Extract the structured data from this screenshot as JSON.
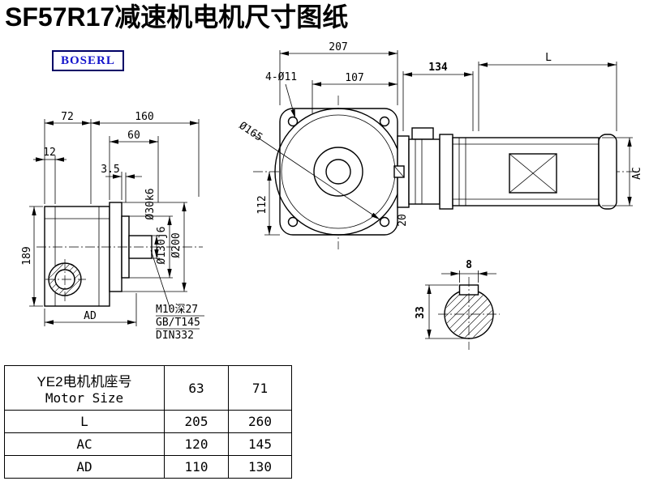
{
  "title": "SF57R17减速机电机尺寸图纸",
  "logo": "BOSERL",
  "colors": {
    "line": "#000000",
    "logo_text": "#1414cc",
    "logo_border": "#000066"
  },
  "side_view": {
    "w72": "72",
    "w160": "160",
    "w60": "60",
    "w12": "12",
    "w3_5": "3.5",
    "h189": "189",
    "ad": "AD",
    "d30": "Ø30k6",
    "d130": "Ø130j6",
    "d200": "Ø200",
    "note1": "M10深27",
    "note2": "GB/T145",
    "note3": "DIN332"
  },
  "front_view": {
    "w207": "207",
    "holes": "4-Ø11",
    "w107": "107",
    "w134": "134",
    "len_l": "L",
    "d165": "Ø165",
    "h112": "112",
    "w20": "20",
    "ac": "AC"
  },
  "shaft_view": {
    "key_w": "8",
    "h33": "33"
  },
  "table": {
    "motor_label_cn": "YE2电机机座号",
    "motor_label_en": "Motor Size",
    "sizes": [
      "63",
      "71"
    ],
    "rows": [
      {
        "label": "L",
        "values": [
          "205",
          "260"
        ]
      },
      {
        "label": "AC",
        "values": [
          "120",
          "145"
        ]
      },
      {
        "label": "AD",
        "values": [
          "110",
          "130"
        ]
      }
    ]
  }
}
